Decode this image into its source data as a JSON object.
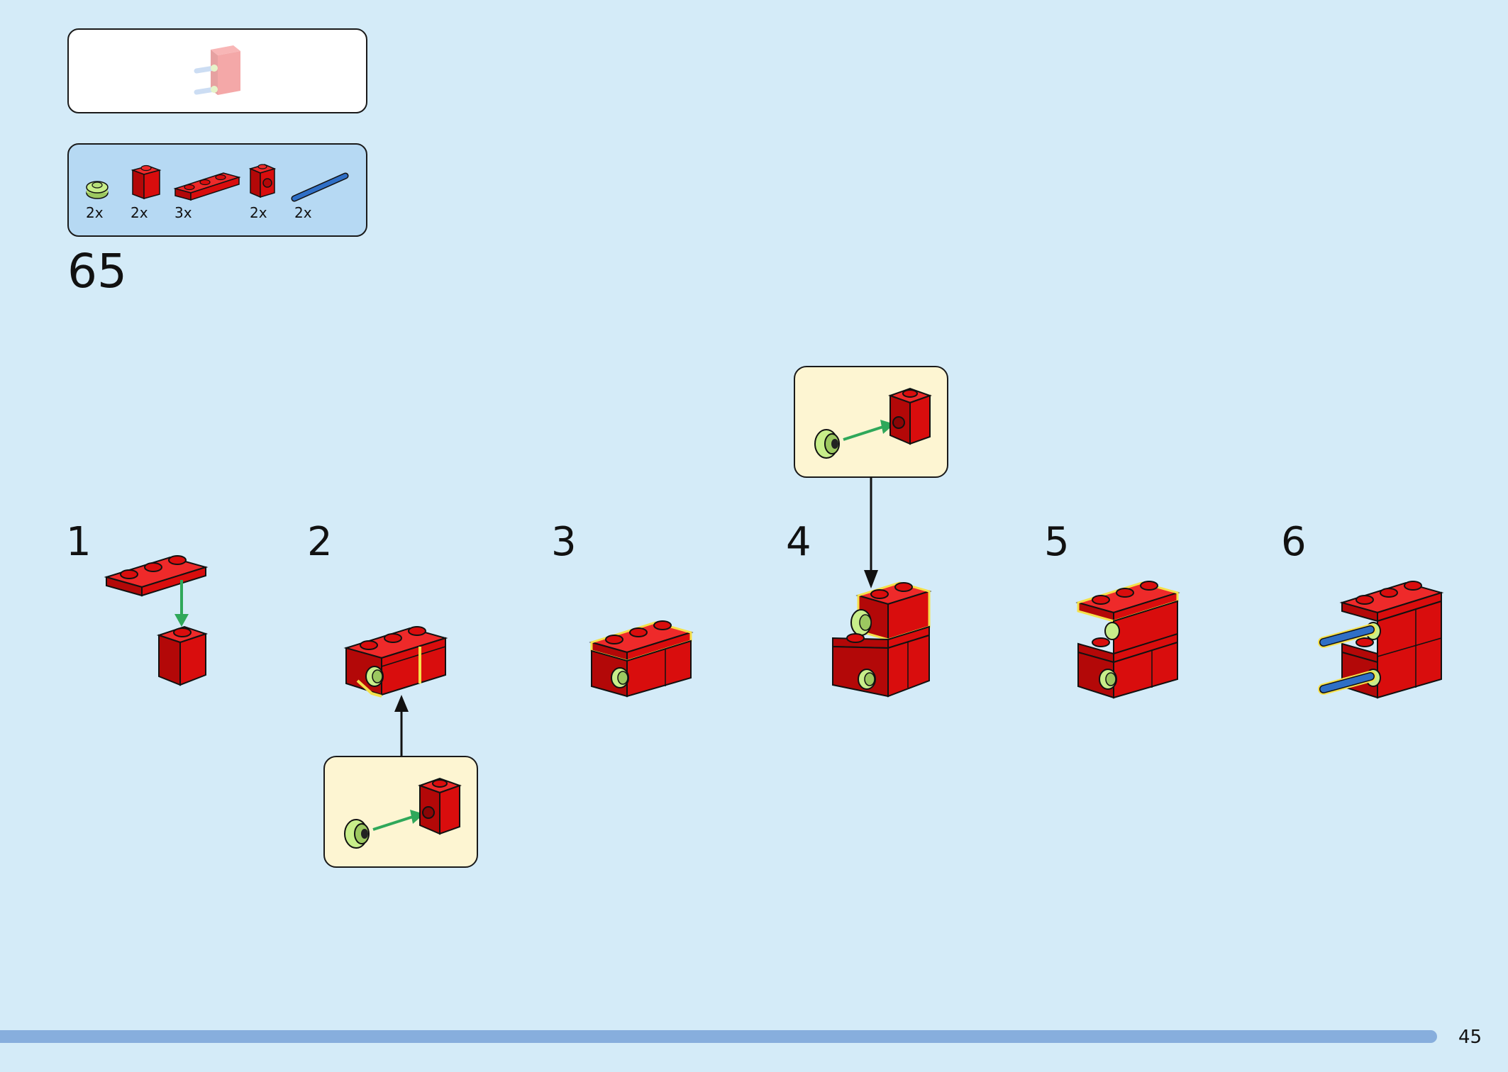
{
  "step": {
    "number": "65"
  },
  "parts": [
    {
      "name": "green-round-plate-icon",
      "qty": "2x"
    },
    {
      "name": "red-brick-1x1-icon",
      "qty": "2x"
    },
    {
      "name": "red-plate-1x3-icon",
      "qty": "3x"
    },
    {
      "name": "red-bracket-brick-icon",
      "qty": "2x"
    },
    {
      "name": "blue-bar-icon",
      "qty": "2x"
    }
  ],
  "substeps": [
    "1",
    "2",
    "3",
    "4",
    "5",
    "6"
  ],
  "page": {
    "number": "45"
  },
  "colors": {
    "background": "#d4ebf8",
    "brick_red": "#d90d0d",
    "highlight_yellow": "#f5e04a",
    "callout_bg": "#fdf5d2",
    "parts_bg": "#b6d9f3",
    "arrow_green": "#2fa85a",
    "bar_blue": "#2f6fc6",
    "round_plate_green": "#b8e07a"
  }
}
